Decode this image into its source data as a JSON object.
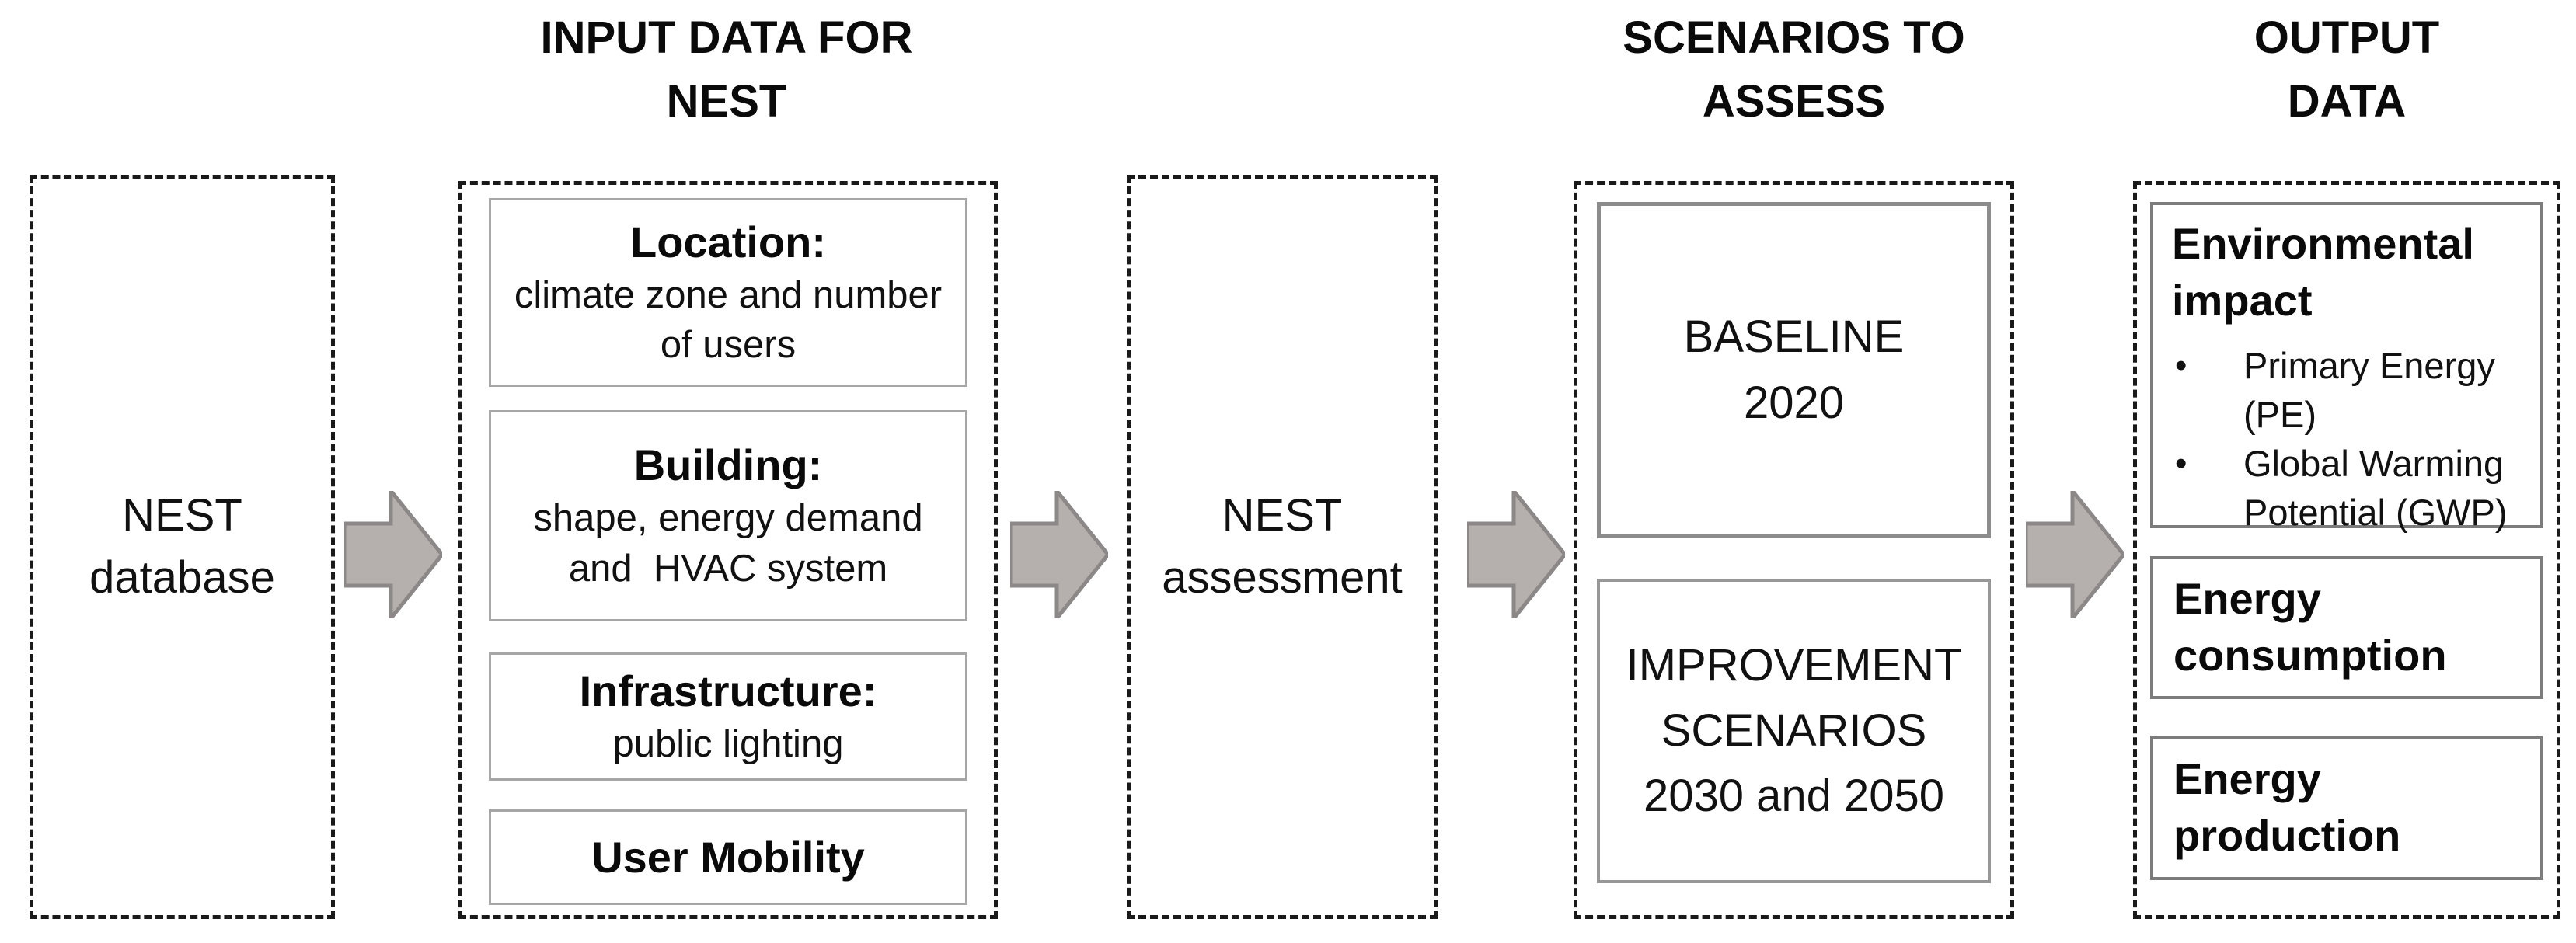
{
  "diagram": {
    "headers": {
      "input": "INPUT DATA FOR\nNEST",
      "scenarios": "SCENARIOS TO\nASSESS",
      "output": "OUTPUT\nDATA"
    },
    "columns": {
      "database": {
        "label": "NEST\ndatabase"
      },
      "input": {
        "boxes": [
          {
            "title": "Location:",
            "body": "climate zone and number\nof users"
          },
          {
            "title": "Building:",
            "body": "shape, energy demand\nand  HVAC system"
          },
          {
            "title": "Infrastructure:",
            "body": "public lighting"
          },
          {
            "title": "User Mobility",
            "body": ""
          }
        ]
      },
      "assessment": {
        "label": "NEST\nassessment"
      },
      "scenarios": {
        "boxes": [
          "BASELINE\n2020",
          "IMPROVEMENT\nSCENARIOS\n2030 and 2050"
        ]
      },
      "output": {
        "impact": {
          "title": "Environmental\nimpact",
          "bullet_glyph": "•",
          "bullets": [
            "Primary Energy\n(PE)",
            "Global Warming\nPotential (GWP)"
          ]
        },
        "boxes": [
          "Energy\nconsumption",
          "Energy\nproduction"
        ]
      }
    },
    "colors": {
      "arrow_fill": "#b5b0ad",
      "arrow_stroke": "#8b8887",
      "dashed_border": "#1a1a1a",
      "inner_border_light": "#a6a6a6",
      "inner_border_mid": "#8c8c8c",
      "output_border": "#7c7c7c"
    }
  }
}
